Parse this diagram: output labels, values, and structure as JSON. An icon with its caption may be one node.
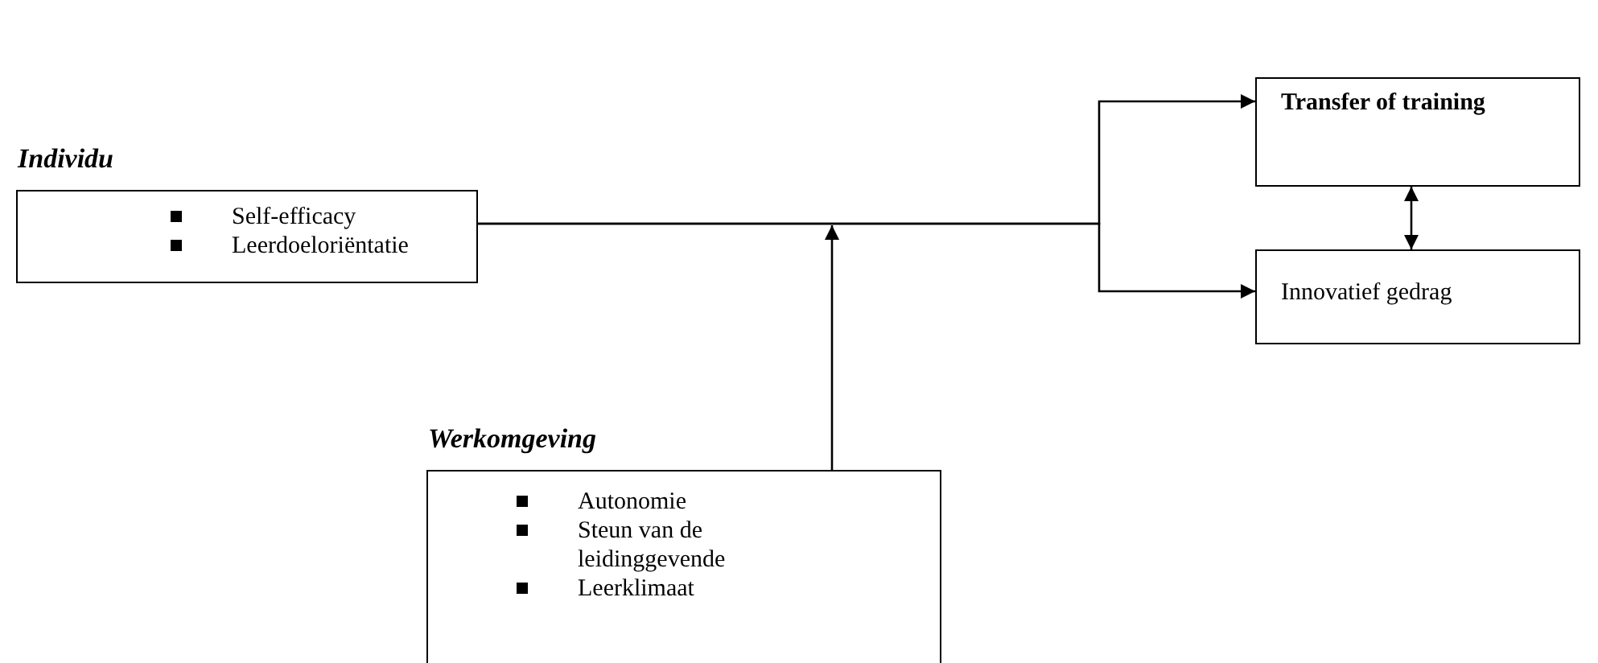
{
  "diagram": {
    "nodes": [
      {
        "text": [
          "Individu",
          "Self-efficacy",
          "Leerdoeloriëntatie"
        ]
      },
      {
        "text": [
          "Transfer of training"
        ]
      },
      {
        "text": [
          "Innovatief gedrag"
        ]
      },
      {
        "text": [
          "Werkomgeving",
          "Autonomie",
          "Steun van de leidinggevende",
          "Leerklimaat"
        ]
      }
    ],
    "edges": [
      {
        "from": 0,
        "to": 1,
        "arrow": "to"
      },
      {
        "from": 0,
        "to": 2,
        "arrow": "to"
      },
      {
        "from": 1,
        "to": 2,
        "arrow": "both"
      },
      {
        "from": 3,
        "to": null,
        "arrow": "to"
      }
    ]
  }
}
